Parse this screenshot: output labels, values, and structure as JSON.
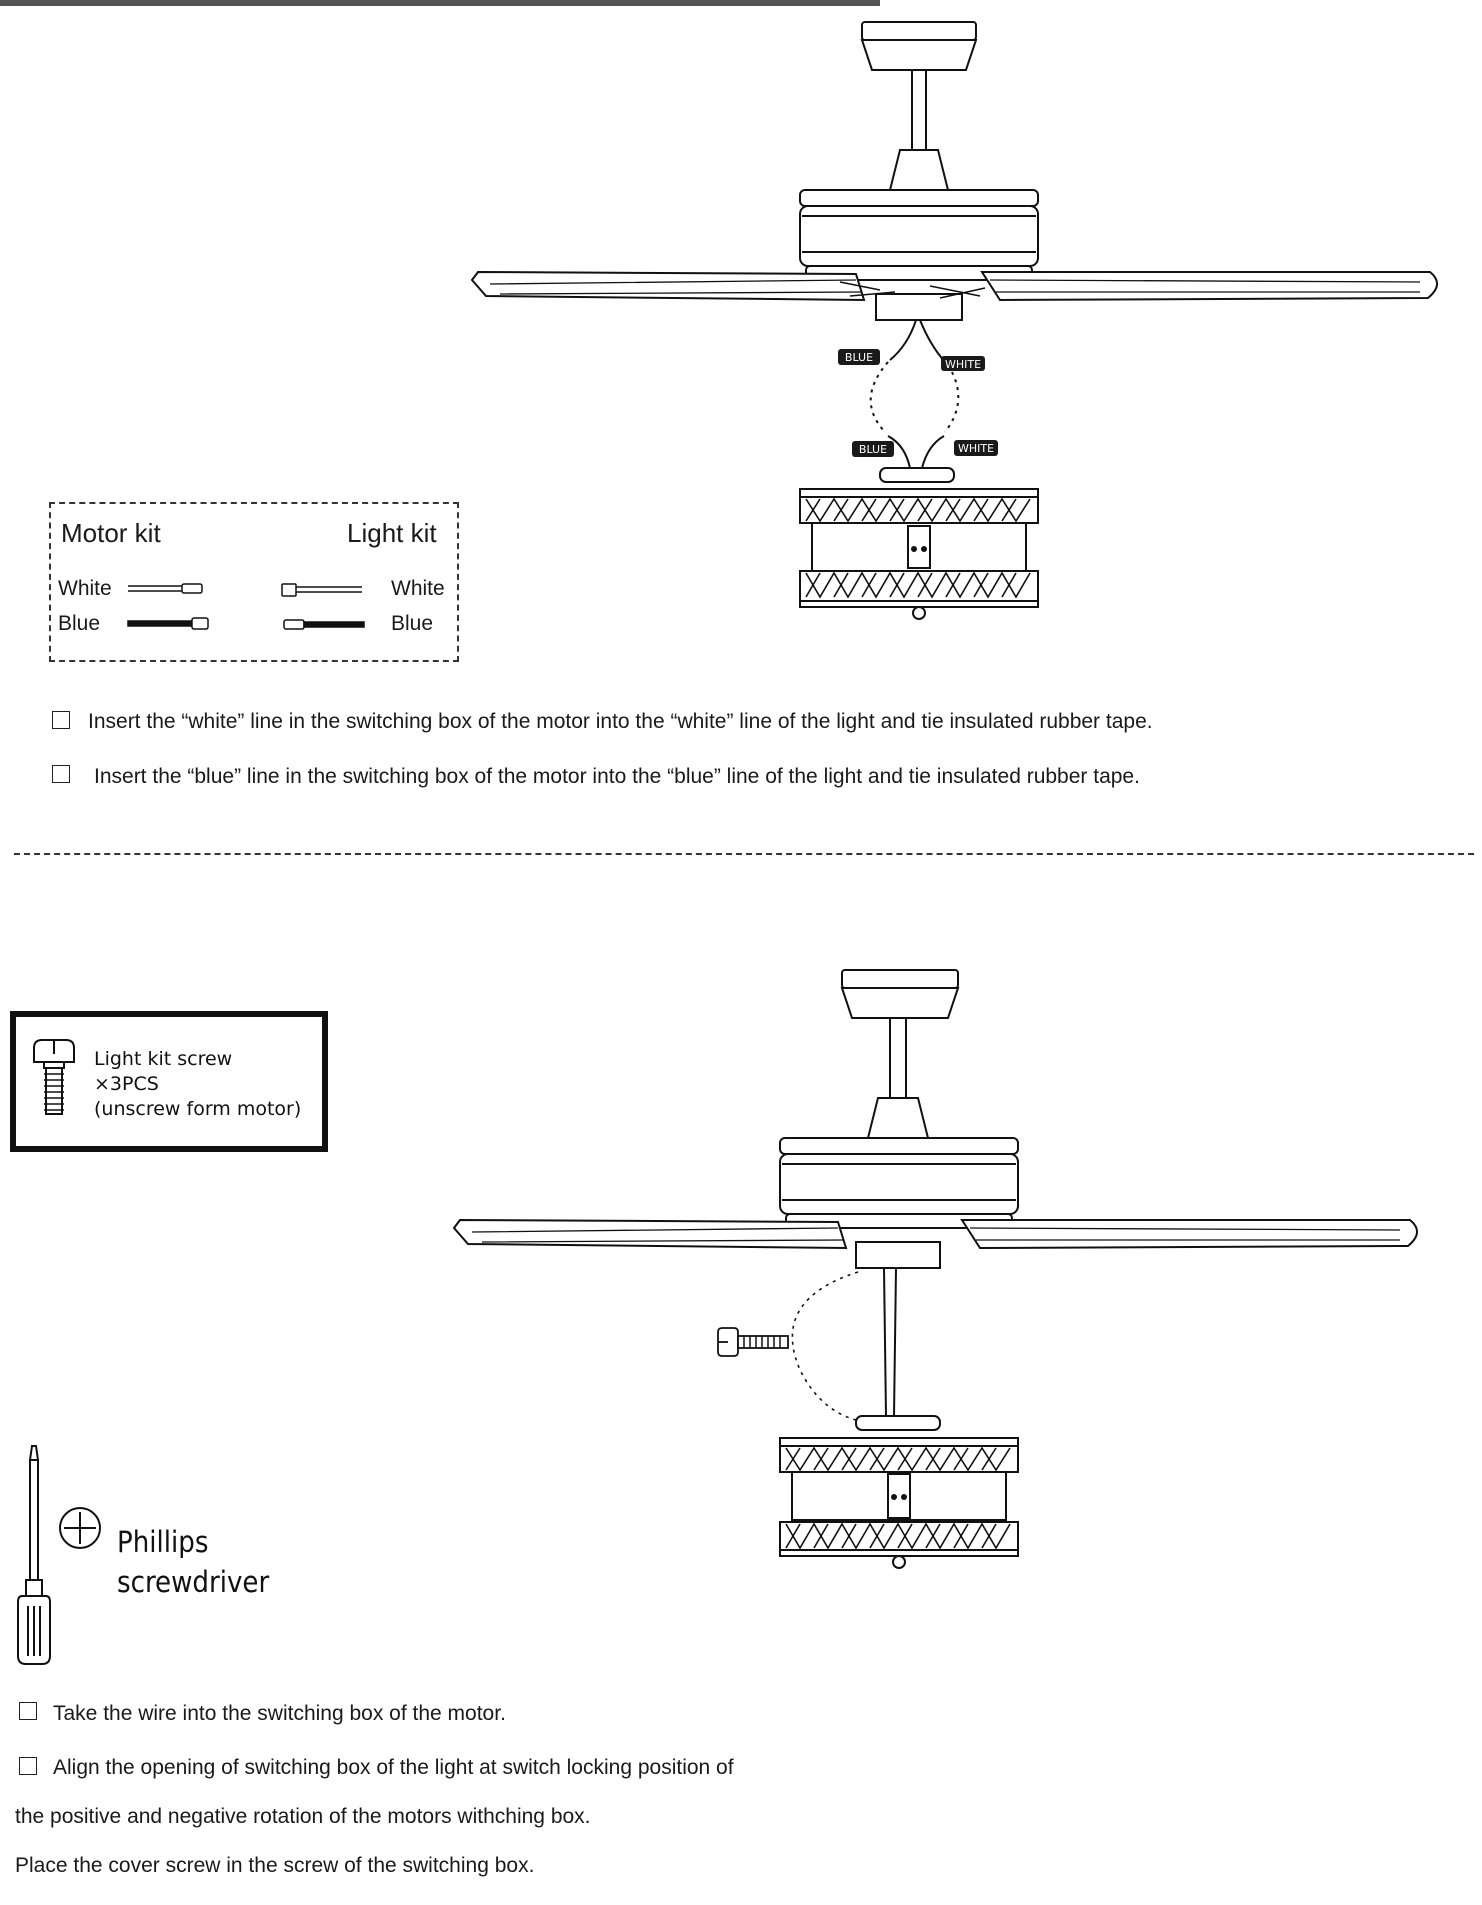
{
  "section1": {
    "legend": {
      "motor_title": "Motor kit",
      "light_title": "Light kit",
      "motor_white": "White",
      "motor_blue": "Blue",
      "light_white": "White",
      "light_blue": "Blue"
    },
    "wire_tags": {
      "blue_top": "BLUE",
      "white_top": "WHITE",
      "blue_bottom": "BLUE",
      "white_bottom": "WHITE"
    },
    "steps": [
      "Insert the “white” line in the switching box of the motor into the “white” line of the light and tie insulated rubber tape.",
      "Insert the “blue” line in the switching box of the motor into the “blue” line of the light and tie insulated rubber tape."
    ]
  },
  "section2": {
    "screw_box": {
      "line1": "Light kit screw",
      "line2": "×3PCS",
      "line3": "(unscrew form motor)"
    },
    "tool": {
      "line1": "Phillips",
      "line2": "screwdriver"
    },
    "steps": [
      "Take the wire into the switching box of the motor.",
      "Align the opening of switching box of the light at switch locking position of"
    ],
    "notes": [
      "the positive and negative rotation of the motors withching box.",
      "Place the cover screw in the screw of the switching box."
    ]
  }
}
